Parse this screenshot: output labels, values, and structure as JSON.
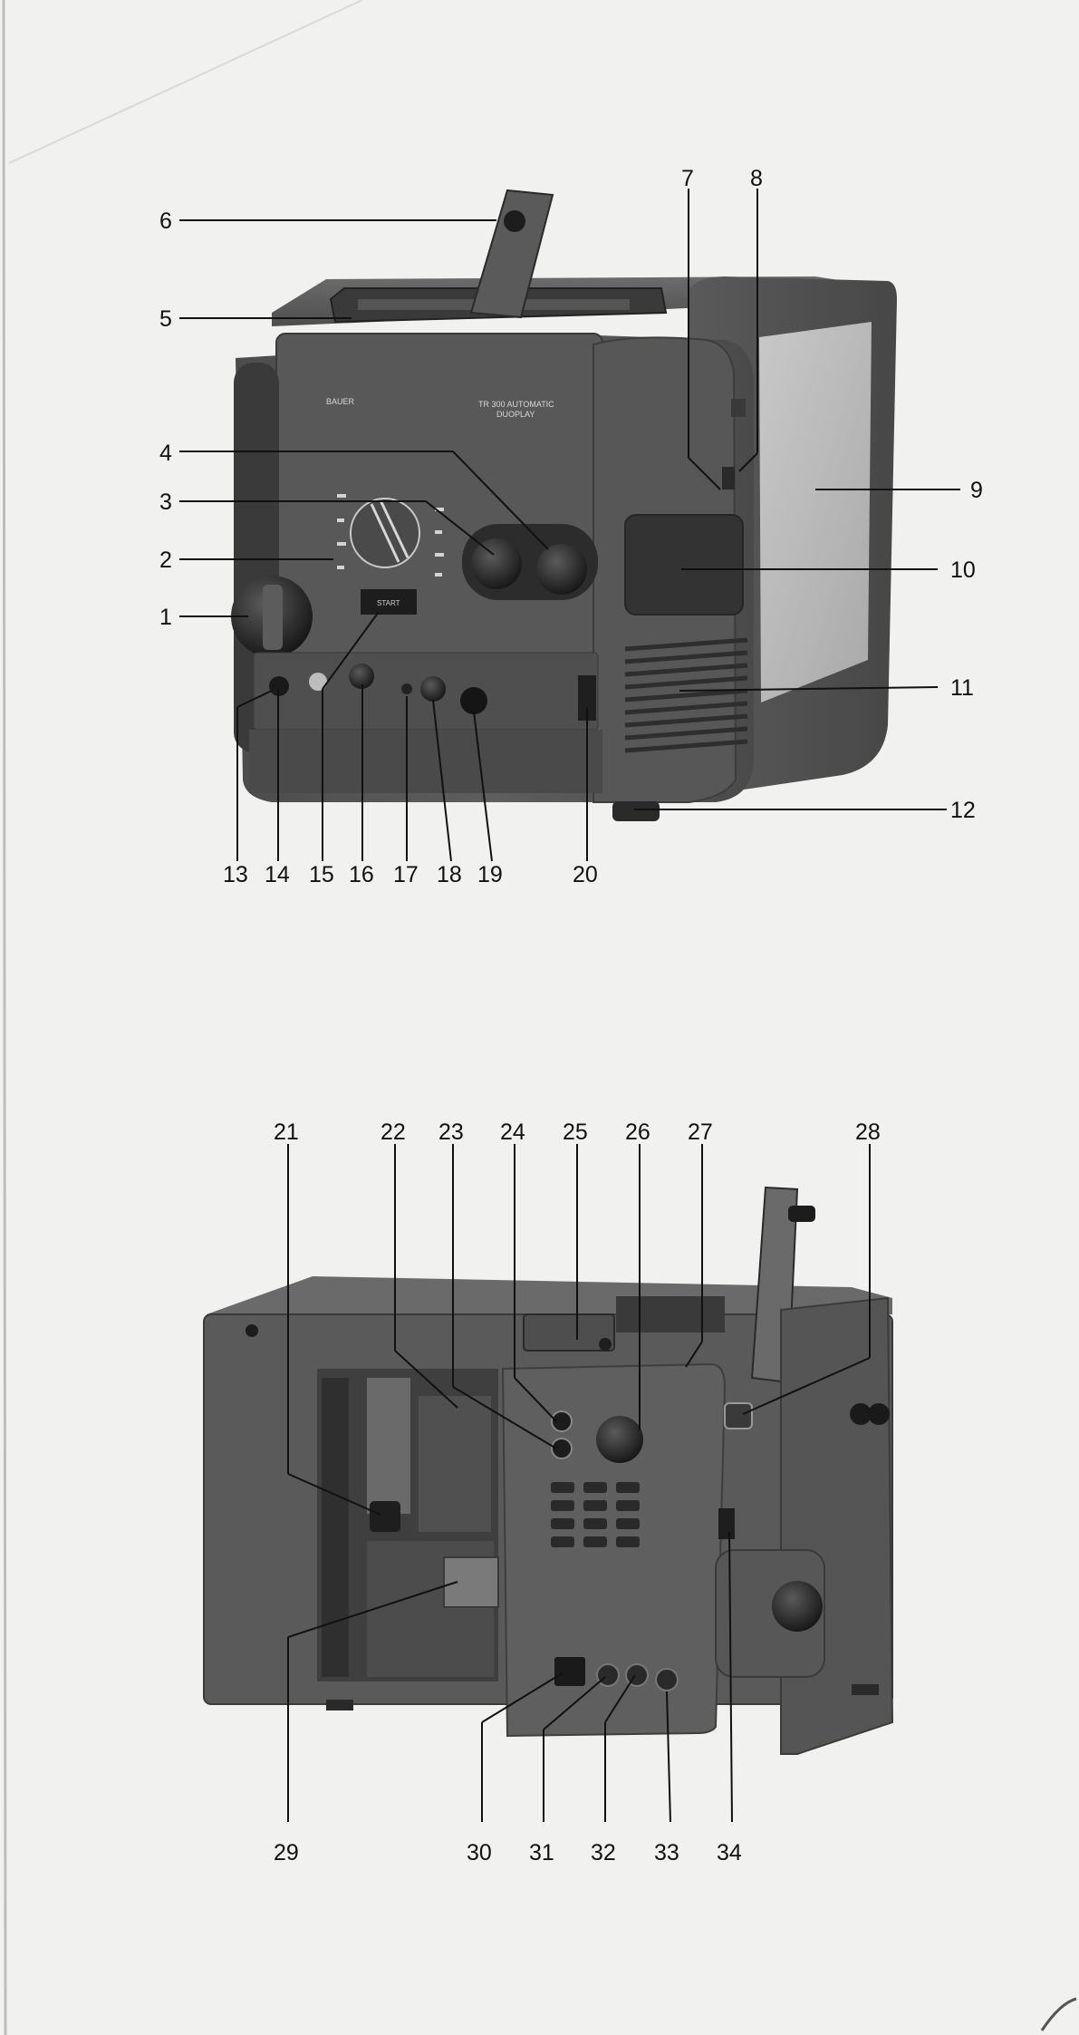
{
  "brand": "BAUER",
  "model": "TR 300 AUTOMATIC",
  "model_sub": "DUOPLAY",
  "start_label": "START",
  "front_callouts": [
    "1",
    "2",
    "3",
    "4",
    "5",
    "6",
    "7",
    "8",
    "9",
    "10",
    "11",
    "12",
    "13",
    "14",
    "15",
    "16",
    "17",
    "18",
    "19",
    "20"
  ],
  "rear_callouts": [
    "21",
    "22",
    "23",
    "24",
    "25",
    "26",
    "27",
    "28",
    "29",
    "30",
    "31",
    "32",
    "33",
    "34"
  ]
}
